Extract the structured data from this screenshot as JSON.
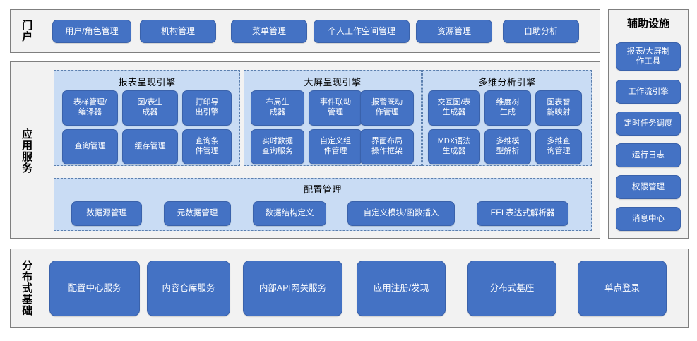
{
  "portal": {
    "label": "门户",
    "items": [
      {
        "text": "用户/角色管理"
      },
      {
        "text": "机构管理"
      },
      {
        "text": "菜单管理"
      },
      {
        "text": "个人工作空间管理"
      },
      {
        "text": "资源管理"
      },
      {
        "text": "自助分析"
      }
    ]
  },
  "app_services": {
    "label": "应用服务",
    "engines": [
      {
        "title": "报表呈现引擎",
        "items": [
          {
            "text": "表样管理/\n编译器"
          },
          {
            "text": "图/表生\n成器"
          },
          {
            "text": "打印导\n出引擎"
          },
          {
            "text": "查询管理"
          },
          {
            "text": "缓存管理"
          },
          {
            "text": "查询条\n件管理"
          }
        ]
      },
      {
        "title": "大屏呈现引擎",
        "items": [
          {
            "text": "布局生\n成器"
          },
          {
            "text": "事件联动\n管理"
          },
          {
            "text": "报警既动\n作管理"
          },
          {
            "text": "实时数据\n查询服务"
          },
          {
            "text": "自定义组\n件管理"
          },
          {
            "text": "界面布局\n操作框架"
          }
        ]
      },
      {
        "title": "多维分析引擎",
        "items": [
          {
            "text": "交互图/表\n生成器"
          },
          {
            "text": "维度树\n生成"
          },
          {
            "text": "图表智\n能映射"
          },
          {
            "text": "MDX语法\n生成器"
          },
          {
            "text": "多维模\n型解析"
          },
          {
            "text": "多维查\n询管理"
          }
        ]
      }
    ],
    "config": {
      "title": "配置管理",
      "items": [
        {
          "text": "数据源管理"
        },
        {
          "text": "元数据管理"
        },
        {
          "text": "数据结构定义"
        },
        {
          "text": "自定义模块/函数插入"
        },
        {
          "text": "EEL表达式解析器"
        }
      ]
    }
  },
  "aux": {
    "label": "辅助设施",
    "items": [
      {
        "text": "报表/大屏制\n作工具"
      },
      {
        "text": "工作流引擎"
      },
      {
        "text": "定时任务调度"
      },
      {
        "text": "运行日志"
      },
      {
        "text": "权限管理"
      },
      {
        "text": "消息中心"
      }
    ]
  },
  "distributed": {
    "label": "分布式基础",
    "items": [
      {
        "text": "配置中心服务"
      },
      {
        "text": "内容仓库服务"
      },
      {
        "text": "内部API网关服务"
      },
      {
        "text": "应用注册/发现"
      },
      {
        "text": "分布式基座"
      },
      {
        "text": "单点登录"
      }
    ]
  },
  "colors": {
    "node_blue": "#4472C4",
    "group_blue": "#C9DCF4",
    "panel_gray": "#F2F2F2",
    "border_gray": "#7F7F7F"
  }
}
